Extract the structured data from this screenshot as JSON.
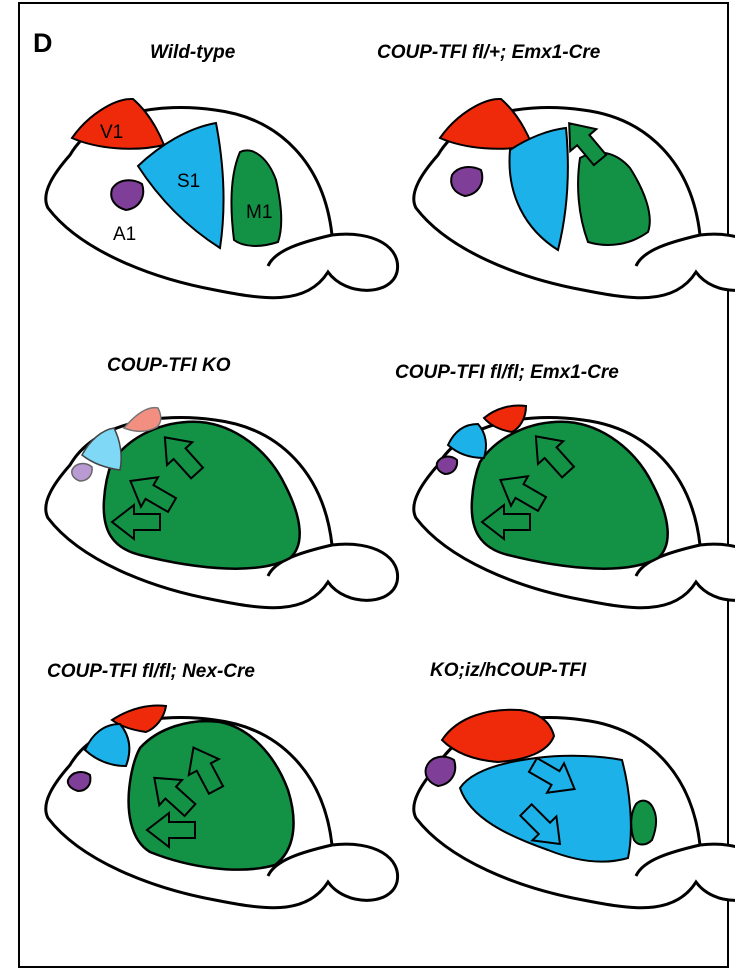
{
  "panel_letter": "D",
  "colors": {
    "V1": "#ee2a0b",
    "S1": "#1cb2e9",
    "M1": "#139245",
    "A1": "#7f3f98",
    "V1_faint": "#f38f80",
    "S1_faint": "#7fd8f6",
    "A1_faint": "#b99ad3"
  },
  "panels": [
    {
      "title": "Wild-type",
      "labels": {
        "V1": "V1",
        "S1": "S1",
        "M1": "M1",
        "A1": "A1"
      }
    },
    {
      "title": "COUP-TFI fl/+; Emx1-Cre"
    },
    {
      "title": "COUP-TFI KO"
    },
    {
      "title": "COUP-TFI fl/fl; Emx1-Cre"
    },
    {
      "title": "COUP-TFI fl/fl; Nex-Cre"
    },
    {
      "title": "KO;iz/hCOUP-TFI"
    }
  ]
}
